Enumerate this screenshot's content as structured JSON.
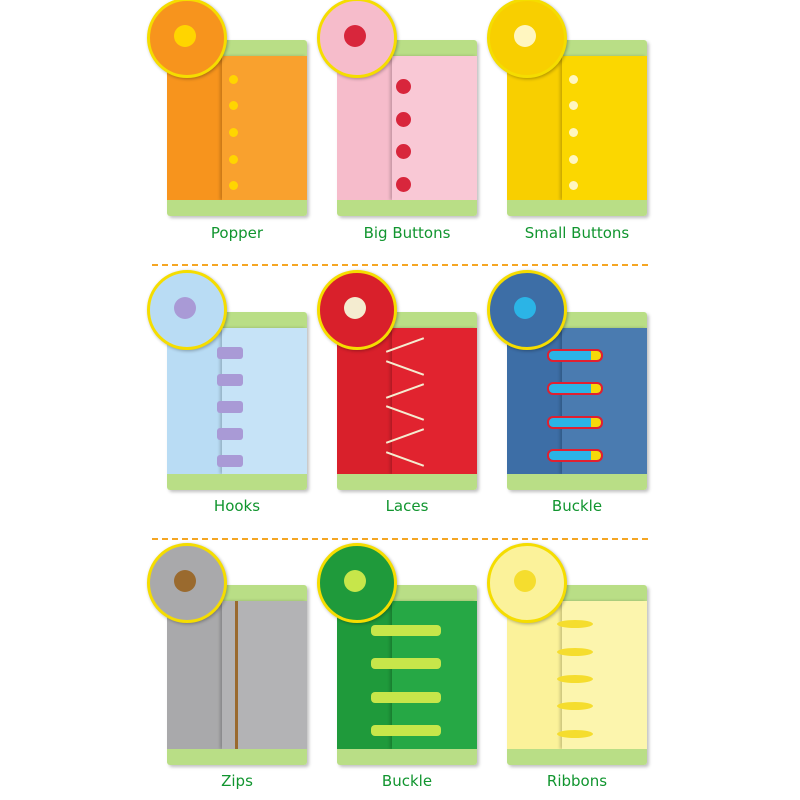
{
  "boards": [
    {
      "label": "Popper",
      "fabric": "#f7941d",
      "flap": "#f9a12e",
      "fastener": "#ffd500",
      "shape": "dot",
      "count": 5
    },
    {
      "label": "Big Buttons",
      "fabric": "#f6bccb",
      "flap": "#f9c8d5",
      "fastener": "#d8263c",
      "shape": "bigdot",
      "count": 4
    },
    {
      "label": "Small Buttons",
      "fabric": "#f8cf00",
      "flap": "#fbd700",
      "fastener": "#fff6c0",
      "shape": "dot",
      "count": 5
    },
    {
      "label": "Hooks",
      "fabric": "#b9dcf4",
      "flap": "#c6e3f7",
      "fastener": "#a99ad6",
      "shape": "tab",
      "count": 5
    },
    {
      "label": "Laces",
      "fabric": "#d9202b",
      "flap": "#e1232f",
      "fastener": "#f4ecd0",
      "shape": "lace",
      "count": 6
    },
    {
      "label": "Buckle",
      "fabric": "#3d6ea6",
      "flap": "#4a7bb0",
      "fastener": "#2bb4e6",
      "shape": "buckle",
      "count": 4
    },
    {
      "label": "Zips",
      "fabric": "#a9a9ab",
      "flap": "#b3b3b5",
      "fastener": "#9a6a2e",
      "shape": "zip",
      "count": 1
    },
    {
      "label": "Buckle",
      "fabric": "#1f9a3b",
      "flap": "#26a845",
      "fastener": "#c7e64a",
      "shape": "strap",
      "count": 4
    },
    {
      "label": "Ribbons",
      "fabric": "#fbf29a",
      "flap": "#fcf5ad",
      "fastener": "#f5dd2e",
      "shape": "bow",
      "count": 5
    }
  ],
  "colors": {
    "label": "#11952f",
    "divider": "#f5a623",
    "band": "#b9de86",
    "inset_ring": "#f5dd00"
  }
}
